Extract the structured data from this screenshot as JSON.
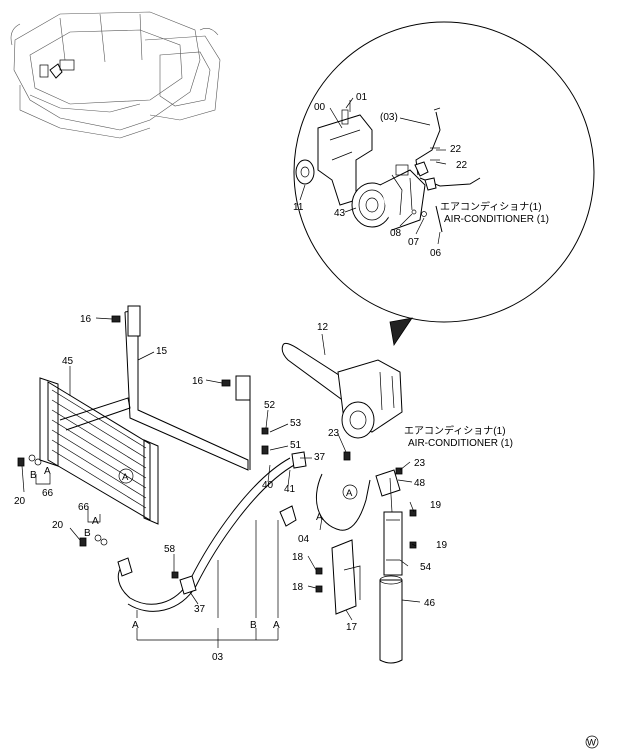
{
  "callouts": {
    "p00": "00",
    "p01": "01",
    "p03_paren": "(03)",
    "p22a": "22",
    "p22b": "22",
    "p11": "11",
    "p43": "43",
    "p08": "08",
    "p07": "07",
    "p06": "06",
    "p12": "12",
    "p16a": "16",
    "p16b": "16",
    "p15": "15",
    "p45": "45",
    "p52": "52",
    "p53": "53",
    "p51": "51",
    "p37a": "37",
    "p23a": "23",
    "p23b": "23",
    "p48": "48",
    "p40": "40",
    "p41": "41",
    "p20a": "20",
    "p20b": "20",
    "p66a": "66",
    "p66b": "66",
    "p19a": "19",
    "p19b": "19",
    "p04": "04",
    "p54": "54",
    "p18a": "18",
    "p18b": "18",
    "p58": "58",
    "p37b": "37",
    "p46": "46",
    "p17": "17",
    "p03": "03"
  },
  "letters": {
    "a1": "A",
    "b1": "B",
    "a2": "A",
    "b2": "B",
    "a_hose": "A",
    "a_bot1": "A",
    "b_bot": "B",
    "a_bot2": "A",
    "a_circ1": "A",
    "a_circ2": "A"
  },
  "notes": {
    "ac_jp_top": "エアコンディショナ(1)",
    "ac_en_top": "AIR-CONDITIONER (1)",
    "ac_jp_mid": "エアコンディショナ(1)",
    "ac_en_mid": "AIR-CONDITIONER (1)"
  },
  "watermark": "W"
}
